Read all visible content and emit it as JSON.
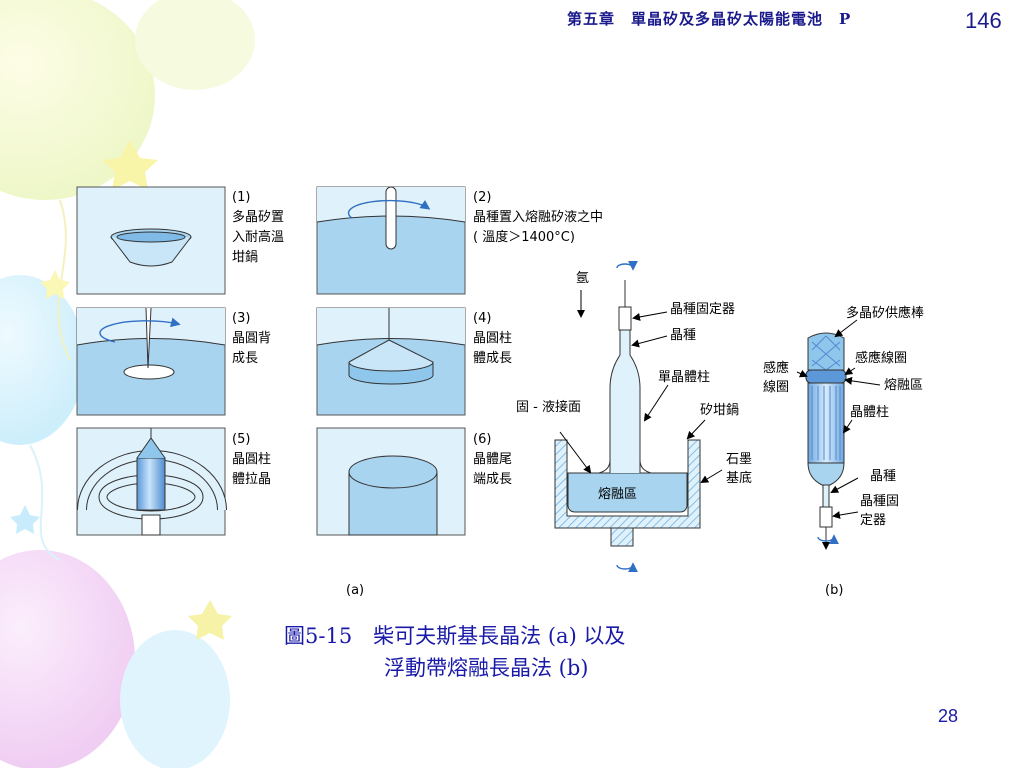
{
  "header": {
    "chapter": "第五章　單晶矽及多晶矽太陽能電池　P",
    "page_ref": "146"
  },
  "figure_a": {
    "label": "(a)",
    "steps": [
      {
        "no": "(1)",
        "lines": [
          "多晶矽置",
          "入耐高溫",
          "坩鍋"
        ]
      },
      {
        "no": "(2)",
        "lines": [
          "晶種置入熔融矽液之中",
          "( 溫度＞1400°C)"
        ]
      },
      {
        "no": "(3)",
        "lines": [
          "晶圓背",
          "成長"
        ]
      },
      {
        "no": "(4)",
        "lines": [
          "晶圓柱",
          "體成長"
        ]
      },
      {
        "no": "(5)",
        "lines": [
          "晶圓柱",
          "體拉晶"
        ]
      },
      {
        "no": "(6)",
        "lines": [
          "晶體尾",
          "端成長"
        ]
      }
    ],
    "apparatus": {
      "gas": "氬",
      "seed_holder": "晶種固定器",
      "seed": "晶種",
      "ingot": "單晶體柱",
      "interface": "固 - 液接面",
      "crucible": "矽坩鍋",
      "graphite_lines": [
        "石墨",
        "基底"
      ],
      "melt": "熔融區"
    }
  },
  "figure_b": {
    "label": "(b)",
    "feed_rod": "多晶矽供應棒",
    "coil_left": [
      "感應",
      "線圈"
    ],
    "coil_right": "感應線圈",
    "melt_zone": "熔融區",
    "crystal": "晶體柱",
    "seed": "晶種",
    "holder_lines": [
      "晶種固",
      "定器"
    ]
  },
  "caption": {
    "line1": "圖5-15　柴可夫斯基長晶法 (a) 以及",
    "line2": "浮動帶熔融長晶法 (b)"
  },
  "page_number": "28",
  "colors": {
    "light_blue": "#dff1fb",
    "mid_blue": "#a9d4f0",
    "deep_blue": "#3b78c4",
    "accent_blue": "#1a1aa8"
  }
}
